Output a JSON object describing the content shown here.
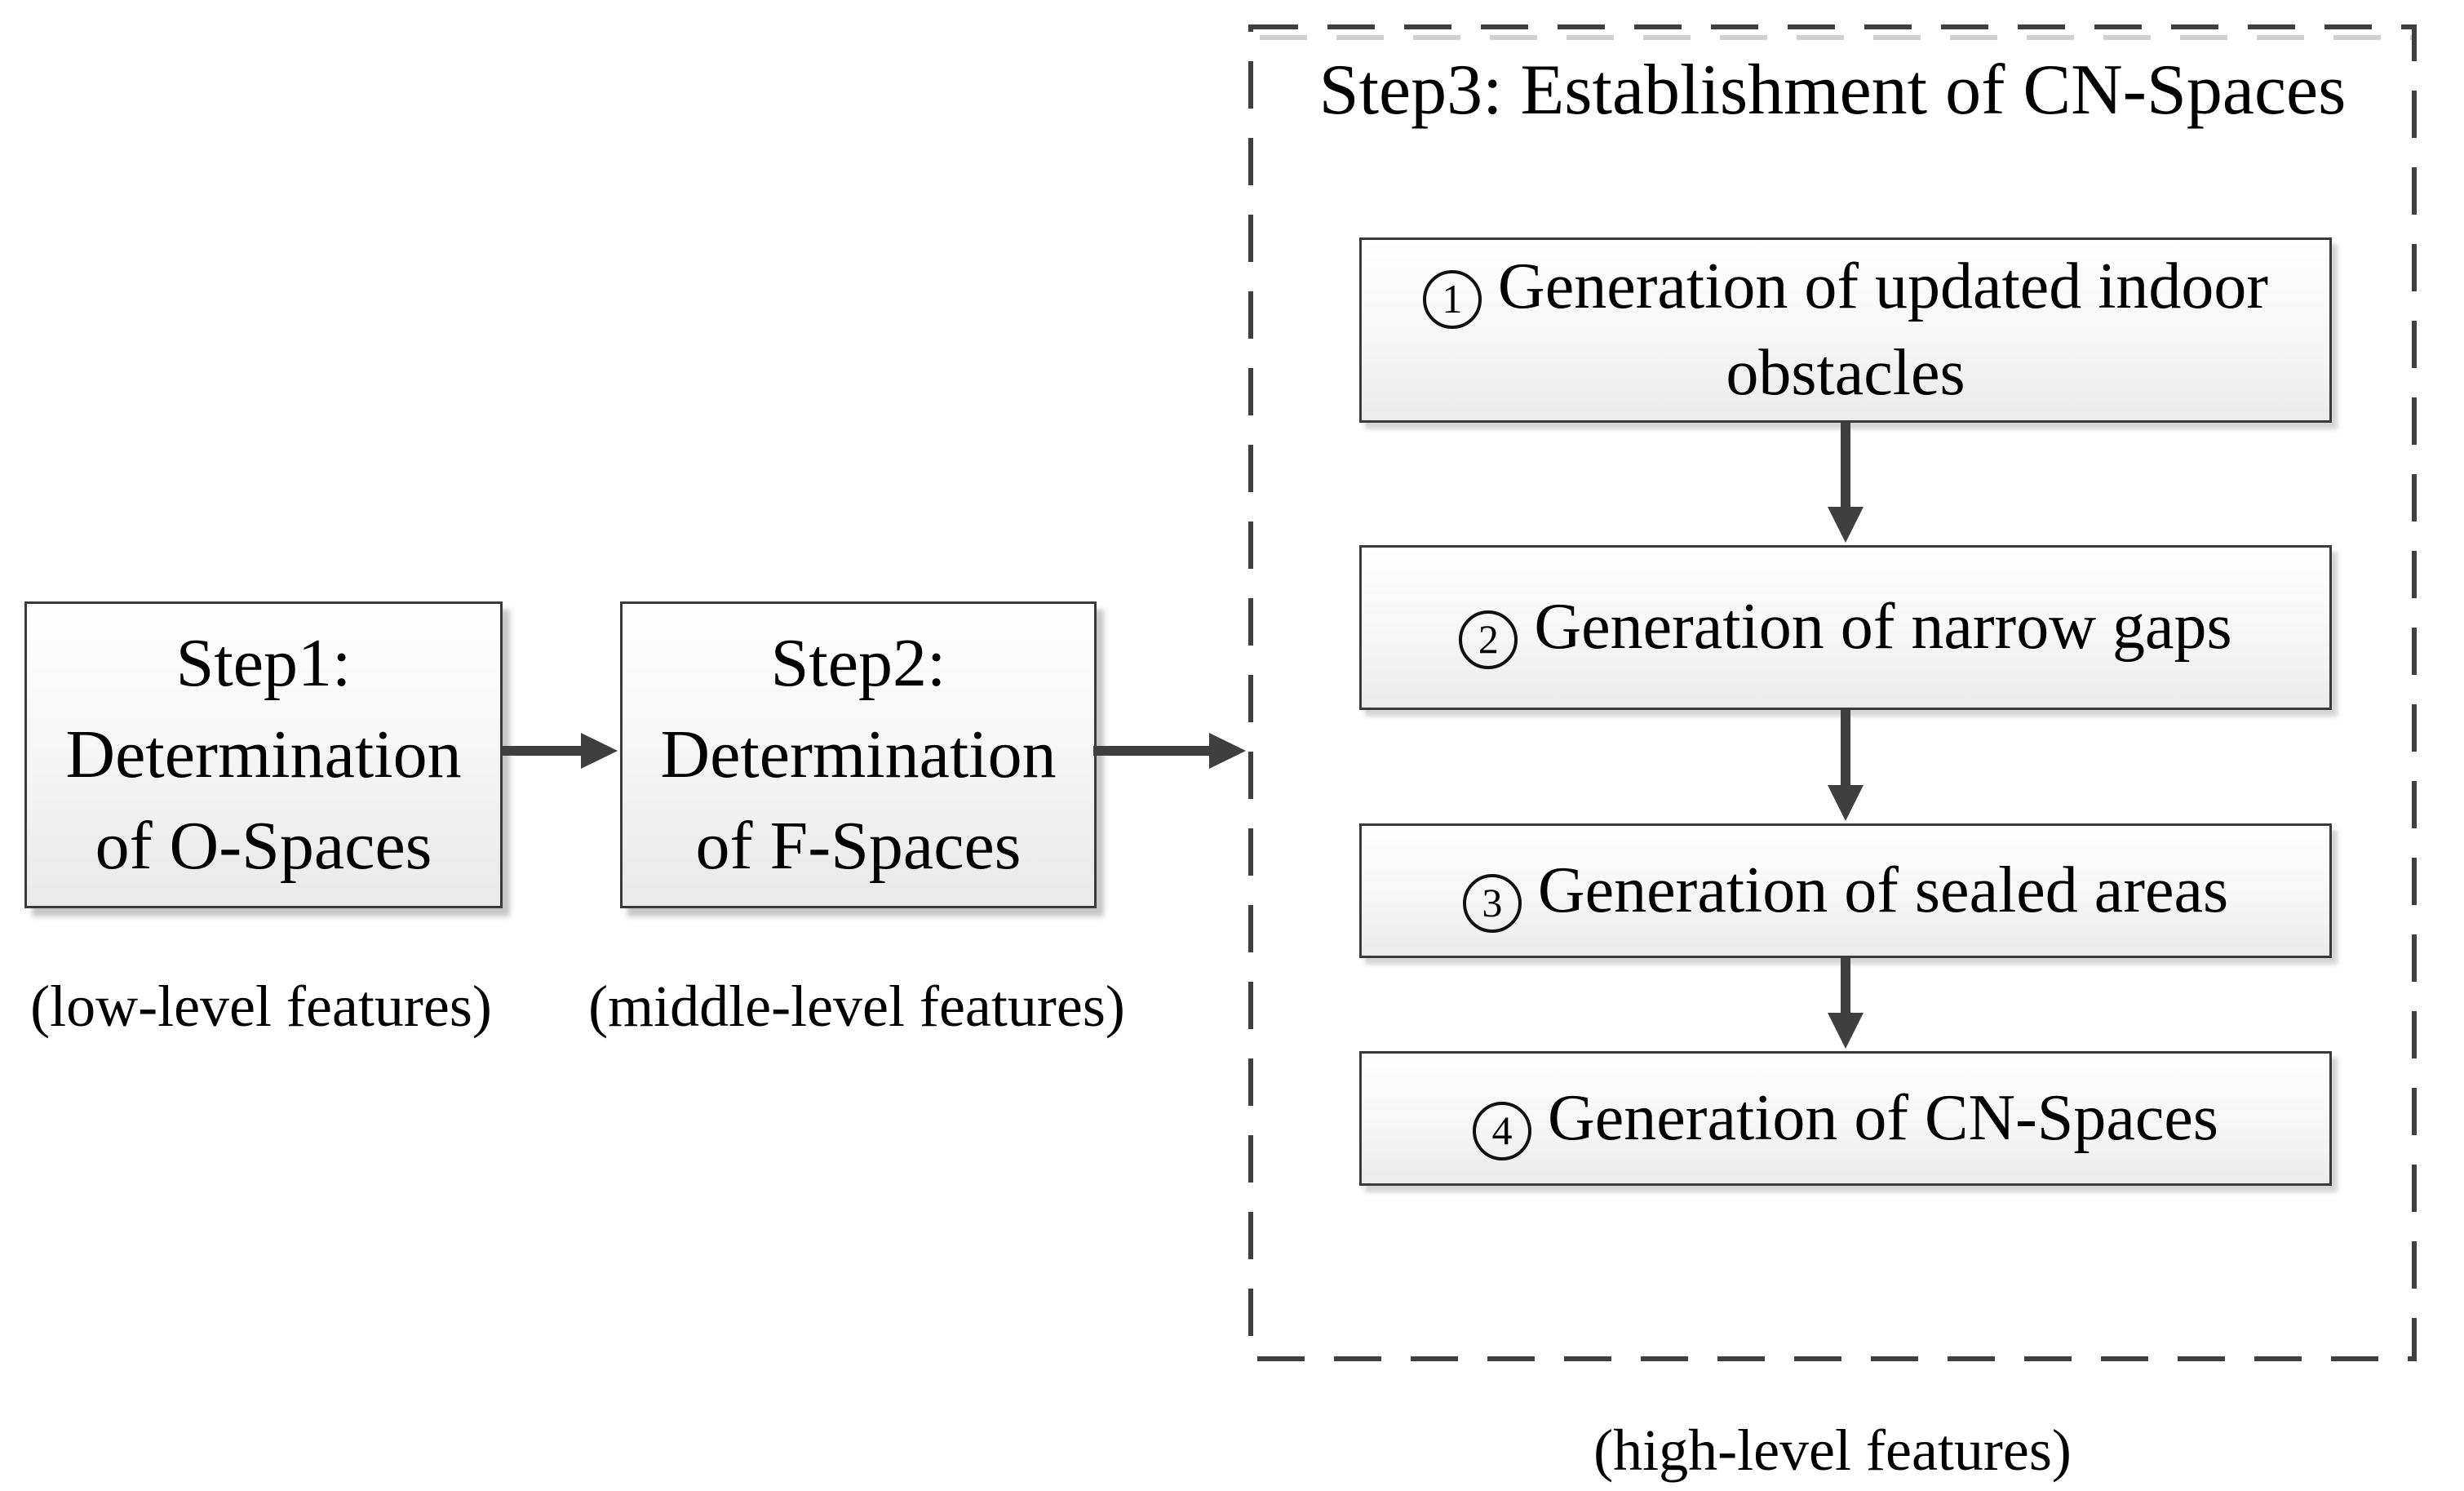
{
  "step1": {
    "line1": "Step1:",
    "line2": "Determination",
    "line3": "of O-Spaces",
    "caption": "(low-level features)"
  },
  "step2": {
    "line1": "Step2:",
    "line2": "Determination",
    "line3": "of F-Spaces",
    "caption": "(middle-level features)"
  },
  "step3": {
    "title": "Step3: Establishment of CN-Spaces",
    "caption": "(high-level features)",
    "items": [
      {
        "num": "1",
        "label": "Generation of updated indoor obstacles"
      },
      {
        "num": "2",
        "label": "Generation of narrow gaps"
      },
      {
        "num": "3",
        "label": "Generation of sealed areas"
      },
      {
        "num": "4",
        "label": "Generation of CN-Spaces"
      }
    ]
  },
  "colors": {
    "box_border": "#3a3a3a",
    "arrow": "#3f3f3f",
    "box_fill_top": "#ffffff",
    "box_fill_bottom": "#e9e9e9",
    "text": "#000000"
  }
}
